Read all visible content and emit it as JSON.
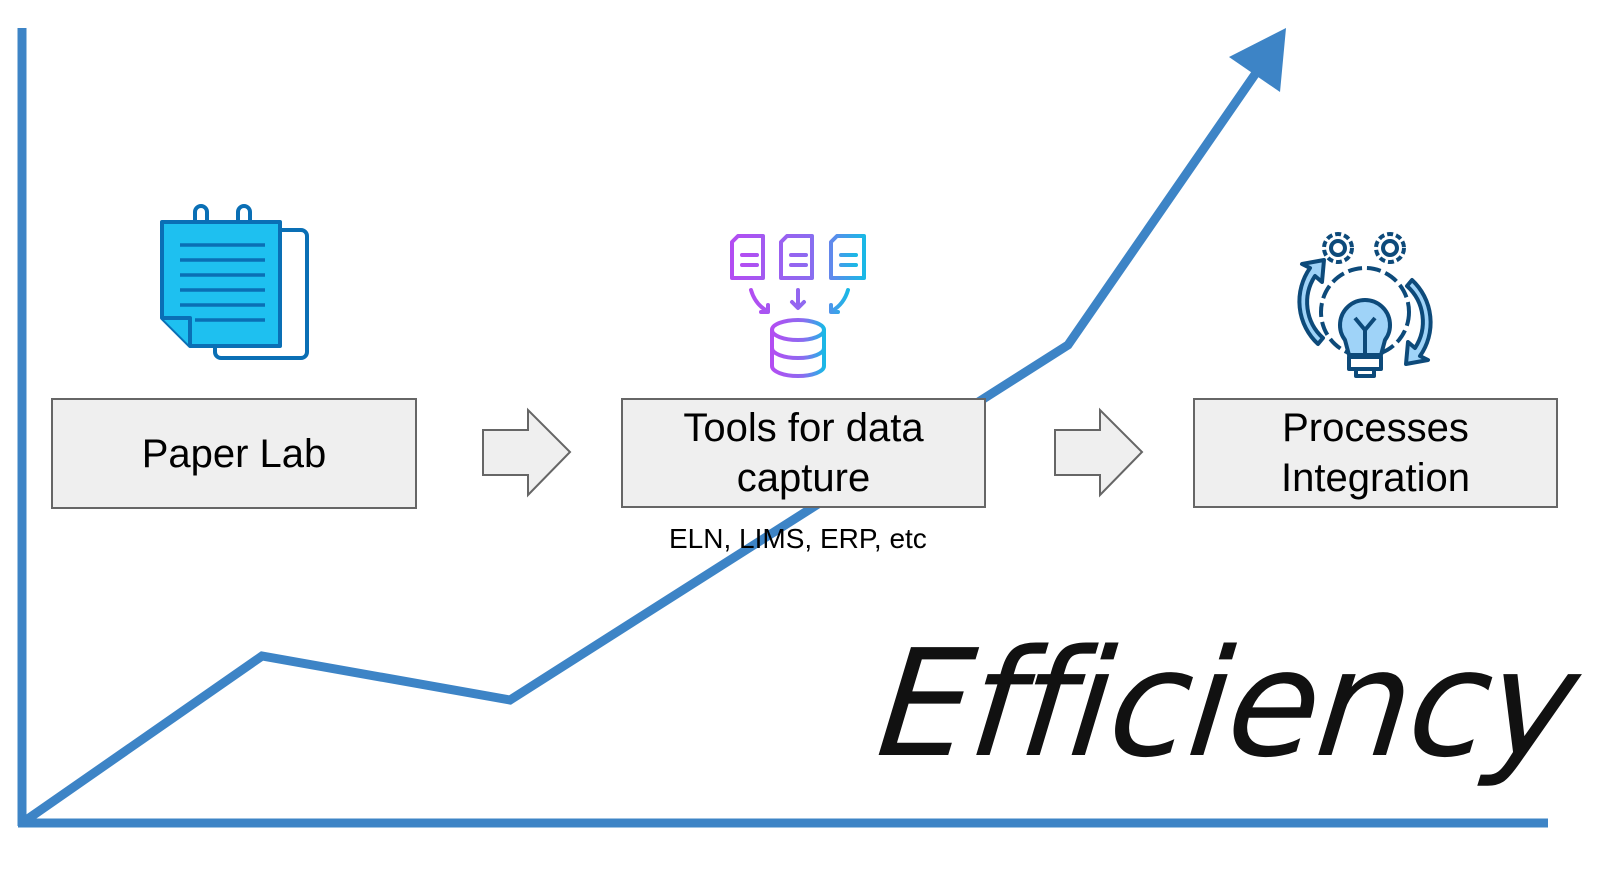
{
  "stages": [
    {
      "label": "Paper Lab",
      "icon": "notepad-icon"
    },
    {
      "label": "Tools for data capture",
      "sublabel": "ELN, LIMS, ERP, etc",
      "icon": "documents-to-database-icon"
    },
    {
      "label": "Processes Integration",
      "icon": "gears-lightbulb-cycle-icon"
    }
  ],
  "axis_title": "Efficiency",
  "colors": {
    "line": "#3d84c6",
    "box_fill": "#efefef",
    "box_border": "#666666",
    "icon_blue": "#1aa3e8",
    "icon_purple": "#a64df0",
    "icon_dark": "#0d4a7a"
  }
}
